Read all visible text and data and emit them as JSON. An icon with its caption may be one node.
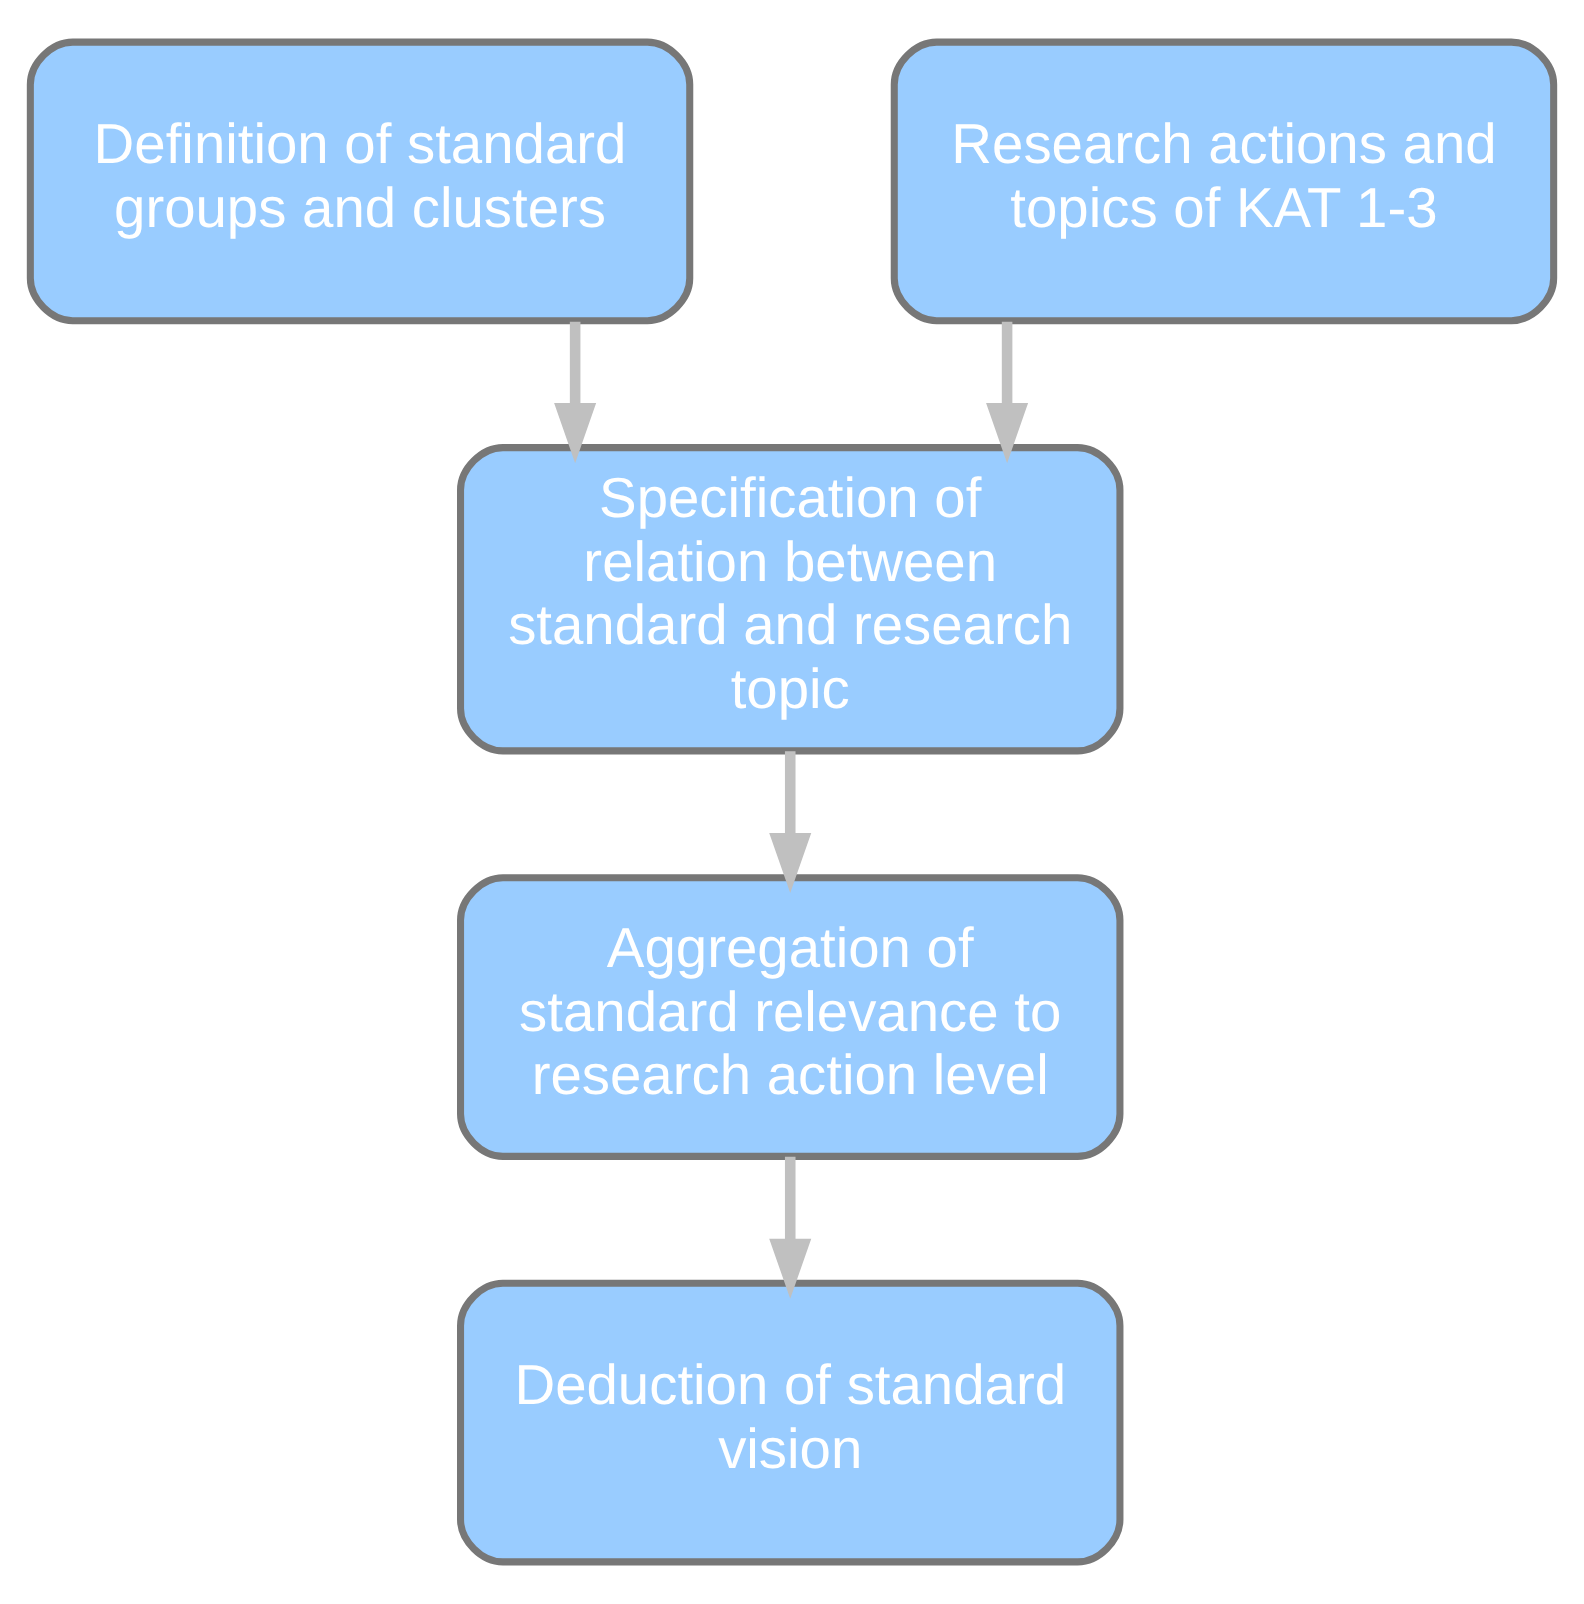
{
  "diagram": {
    "nodes": [
      {
        "text": [
          "Definition of standard groups and clusters"
        ]
      },
      {
        "text": [
          "Research actions and topics of KAT 1-3"
        ]
      },
      {
        "text": [
          "Specification of relation between standard and research topic"
        ]
      },
      {
        "text": [
          "Aggregation of standard relevance to research action level"
        ]
      },
      {
        "text": [
          "Deduction of standard vision"
        ]
      }
    ],
    "edges": [
      {
        "from": 0,
        "to": 2,
        "arrow": "to"
      },
      {
        "from": 1,
        "to": 2,
        "arrow": "to"
      },
      {
        "from": 2,
        "to": 3,
        "arrow": "to"
      },
      {
        "from": 3,
        "to": 4,
        "arrow": "to"
      }
    ]
  }
}
